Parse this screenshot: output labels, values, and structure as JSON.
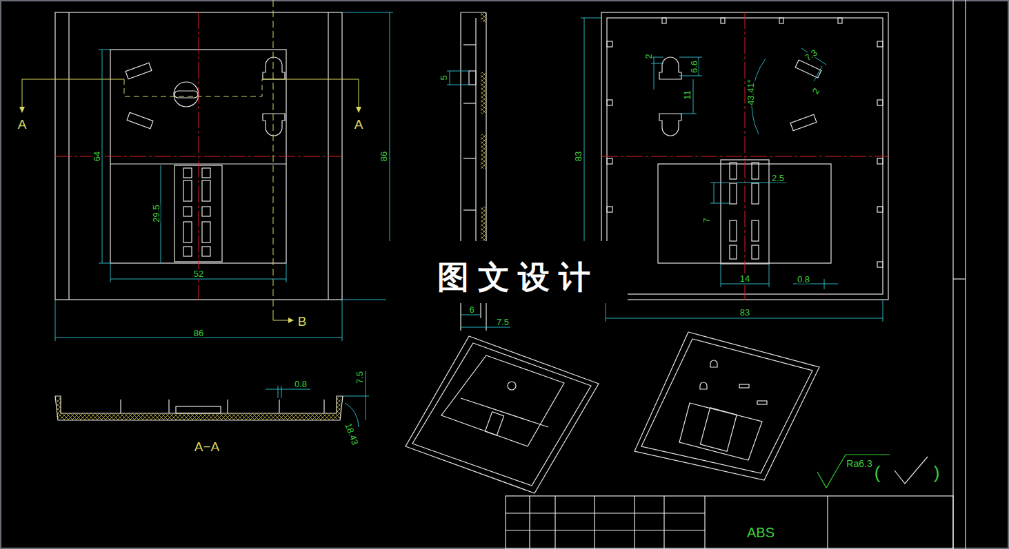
{
  "diagram": {
    "labels": [
      "A",
      "A",
      "64",
      "86",
      "29.5",
      "52",
      "86",
      "B",
      "0.8",
      "7.5",
      "A−A",
      "18.43",
      "5",
      "6",
      "7.5",
      "2",
      "6.6",
      "11",
      "83",
      "43.41°",
      "7.3",
      "2",
      "2.5",
      "7",
      "14",
      "0.8",
      "83",
      "图 文 设 计",
      "Ra6.3",
      "(",
      ")",
      "ABS"
    ]
  }
}
